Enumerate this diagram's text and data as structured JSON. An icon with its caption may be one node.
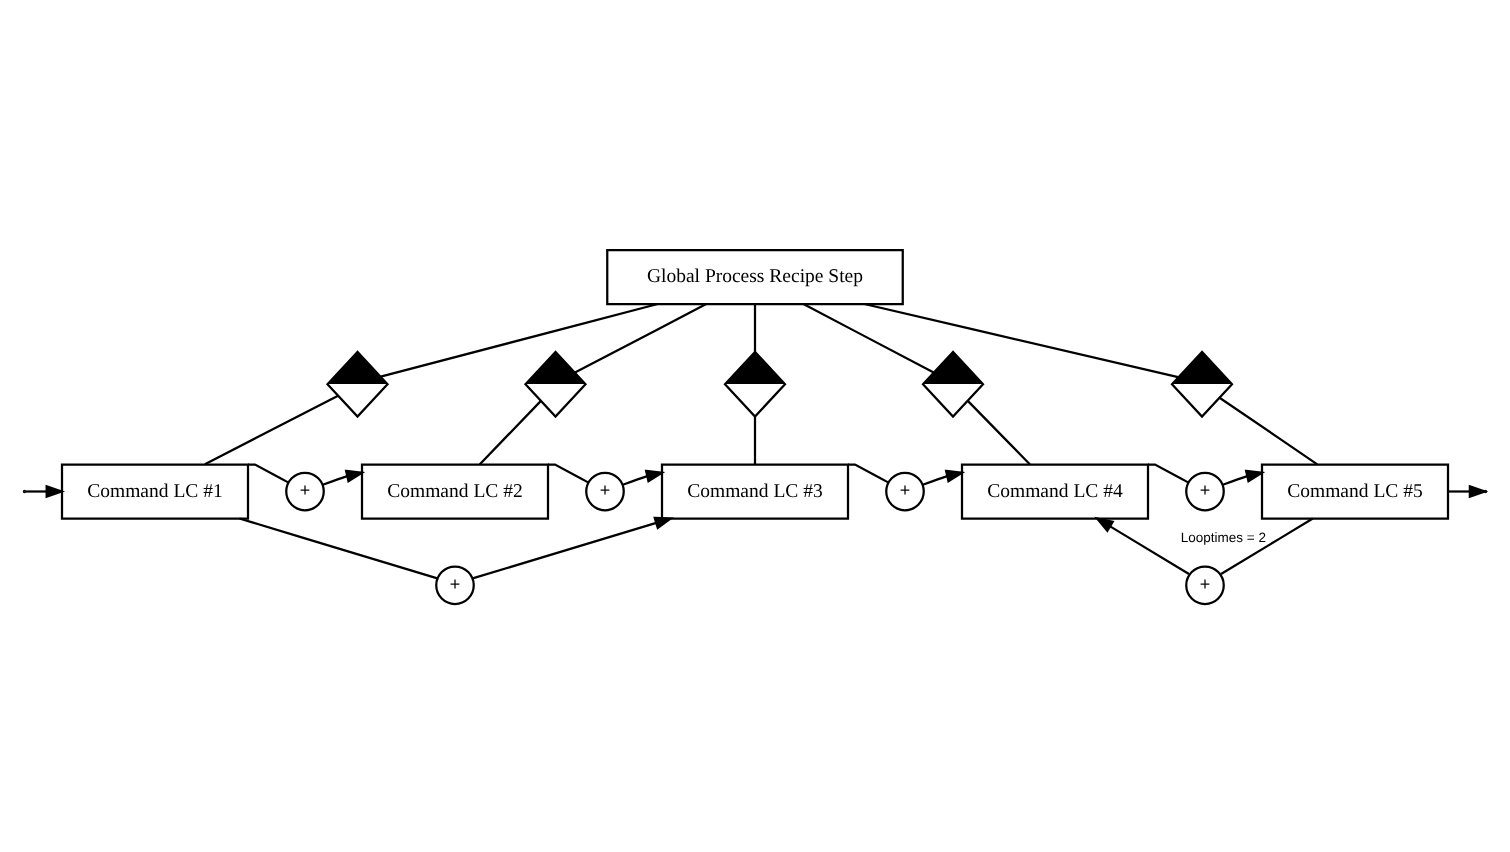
{
  "diagram": {
    "nodes": [
      {
        "text": [
          "Global Process Recipe Step"
        ]
      },
      {
        "text": [],
        "shape": "diamond"
      },
      {
        "text": [],
        "shape": "diamond"
      },
      {
        "text": [],
        "shape": "diamond"
      },
      {
        "text": [],
        "shape": "diamond"
      },
      {
        "text": [],
        "shape": "diamond"
      },
      {
        "text": [
          "Command LC #1"
        ]
      },
      {
        "text": [
          "Command LC #2"
        ]
      },
      {
        "text": [
          "Command LC #3"
        ]
      },
      {
        "text": [
          "Command LC #4"
        ]
      },
      {
        "text": [
          "Command LC #5"
        ]
      },
      {
        "text": [
          "+"
        ]
      },
      {
        "text": [
          "+"
        ]
      },
      {
        "text": [
          "+"
        ]
      },
      {
        "text": [
          "+"
        ]
      },
      {
        "text": [
          "+"
        ]
      },
      {
        "text": [
          "+"
        ]
      }
    ],
    "edges": [
      {
        "from": 0,
        "to": 1,
        "arrow": "none"
      },
      {
        "from": 0,
        "to": 2,
        "arrow": "none"
      },
      {
        "from": 0,
        "to": 3,
        "arrow": "none"
      },
      {
        "from": 0,
        "to": 4,
        "arrow": "none"
      },
      {
        "from": 0,
        "to": 5,
        "arrow": "none"
      },
      {
        "from": 1,
        "to": 6,
        "arrow": "none"
      },
      {
        "from": 2,
        "to": 7,
        "arrow": "none"
      },
      {
        "from": 3,
        "to": 8,
        "arrow": "none"
      },
      {
        "from": 4,
        "to": 9,
        "arrow": "none"
      },
      {
        "from": 5,
        "to": 10,
        "arrow": "none"
      },
      {
        "from": null,
        "to": 6,
        "arrow": "to"
      },
      {
        "from": 6,
        "to": 11,
        "arrow": "none"
      },
      {
        "from": 11,
        "to": 7,
        "arrow": "to"
      },
      {
        "from": 7,
        "to": 12,
        "arrow": "none"
      },
      {
        "from": 12,
        "to": 8,
        "arrow": "to"
      },
      {
        "from": 8,
        "to": 13,
        "arrow": "none"
      },
      {
        "from": 13,
        "to": 9,
        "arrow": "to"
      },
      {
        "from": 9,
        "to": 14,
        "arrow": "none"
      },
      {
        "from": 14,
        "to": 10,
        "arrow": "to"
      },
      {
        "from": 10,
        "to": null,
        "arrow": "to"
      },
      {
        "from": 6,
        "to": 15,
        "arrow": "none"
      },
      {
        "from": 15,
        "to": 8,
        "arrow": "to"
      },
      {
        "from": 10,
        "to": 16,
        "arrow": "none",
        "label": "Looptimes = 2"
      },
      {
        "from": 16,
        "to": 9,
        "arrow": "to"
      }
    ]
  }
}
